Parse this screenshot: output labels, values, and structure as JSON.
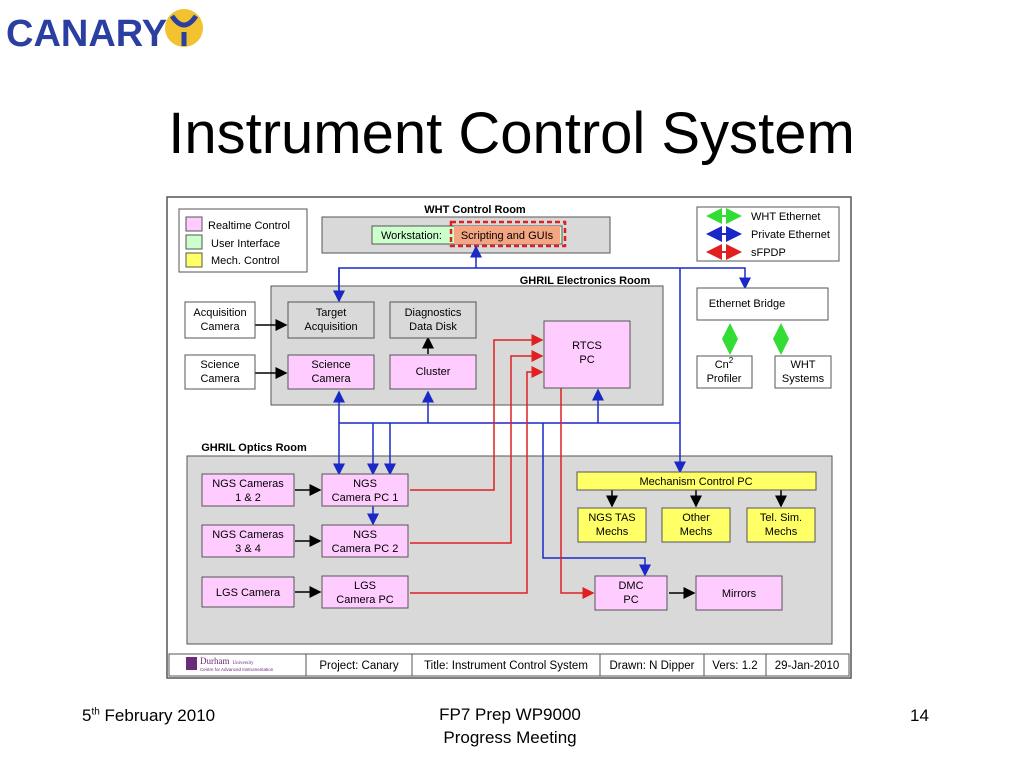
{
  "logo": {
    "text": "CANARY"
  },
  "slide": {
    "title": "Instrument Control System"
  },
  "legend_colors": {
    "realtime": "#ffccff",
    "ui": "#ccffcc",
    "mech": "#ffff66",
    "wht_ethernet": "#33dd33",
    "private_ethernet": "#1a28c8",
    "sfpdp": "#e02020"
  },
  "diagram": {
    "legend": {
      "realtime": "Realtime Control",
      "ui": "User Interface",
      "mech": "Mech. Control",
      "wht_ethernet": "WHT Ethernet",
      "private_ethernet": "Private Ethernet",
      "sfpdp": "sFPDP"
    },
    "rooms": {
      "control": "WHT Control Room",
      "electronics": "GHRIL Electronics Room",
      "optics": "GHRIL Optics Room"
    },
    "workstation": {
      "label": "Workstation:",
      "scripting": "Scripting and GUIs"
    },
    "nodes": {
      "acq_camera": [
        "Acquisition",
        "Camera"
      ],
      "sci_camera": [
        "Science",
        "Camera"
      ],
      "target_acq": [
        "Target",
        "Acquisition"
      ],
      "diag_disk": [
        "Diagnostics",
        "Data Disk"
      ],
      "sci_node": [
        "Science",
        "Camera"
      ],
      "cluster": [
        "Cluster"
      ],
      "rtcs": [
        "RTCS",
        "PC"
      ],
      "eth_bridge": [
        "Ethernet Bridge"
      ],
      "cn2": [
        "Cn",
        "Profiler"
      ],
      "wht_systems": [
        "WHT",
        "Systems"
      ],
      "ngs12": [
        "NGS Cameras",
        "1 & 2"
      ],
      "ngs34": [
        "NGS Cameras",
        "3 & 4"
      ],
      "lgs_cam": [
        "LGS Camera"
      ],
      "ngs_pc1": [
        "NGS",
        "Camera PC 1"
      ],
      "ngs_pc2": [
        "NGS",
        "Camera PC 2"
      ],
      "lgs_pc": [
        "LGS",
        "Camera PC"
      ],
      "mech_pc": [
        "Mechanism Control PC"
      ],
      "ngs_tas": [
        "NGS TAS",
        "Mechs"
      ],
      "other_mechs": [
        "Other",
        "Mechs"
      ],
      "tel_sim": [
        "Tel. Sim.",
        "Mechs"
      ],
      "dmc": [
        "DMC",
        "PC"
      ],
      "mirrors": [
        "Mirrors"
      ]
    },
    "cn2_sup": "2",
    "titleblock": {
      "org_line1": "Durham",
      "org_line1b": "University",
      "org_line2": "Centre for Advanced Instrumentation",
      "project": "Project: Canary",
      "title": "Title: Instrument Control System",
      "drawn": "Drawn: N Dipper",
      "vers": "Vers: 1.2",
      "date": "29-Jan-2010"
    }
  },
  "footer": {
    "date_num": "5",
    "date_sup": "th",
    "date_rest": " February 2010",
    "center_line1": "FP7 Prep WP9000",
    "center_line2": "Progress Meeting",
    "page": "14"
  }
}
